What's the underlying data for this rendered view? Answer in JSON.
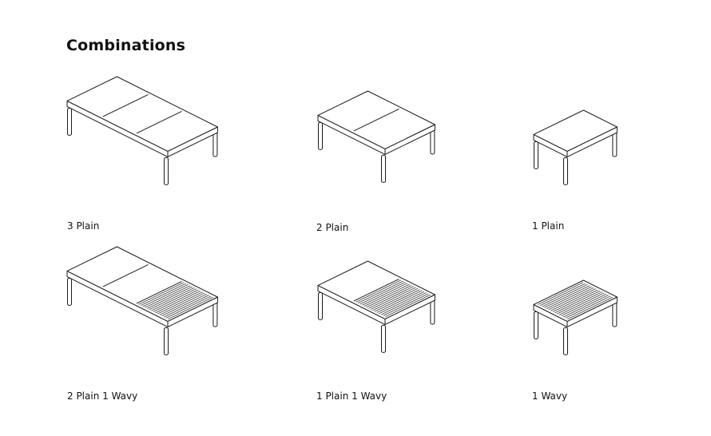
{
  "title": "Combinations",
  "line_color": "#1a1a1a",
  "combinations": [
    {
      "label": "3 Plain",
      "panels": [
        "plain",
        "plain",
        "plain"
      ]
    },
    {
      "label": "2 Plain",
      "panels": [
        "plain",
        "plain"
      ]
    },
    {
      "label": "1 Plain",
      "panels": [
        "plain"
      ]
    },
    {
      "label": "2 Plain 1 Wavy",
      "panels": [
        "plain",
        "plain",
        "wavy"
      ]
    },
    {
      "label": "1 Plain 1 Wavy",
      "panels": [
        "plain",
        "wavy"
      ]
    },
    {
      "label": "1 Wavy",
      "panels": [
        "wavy"
      ]
    }
  ]
}
